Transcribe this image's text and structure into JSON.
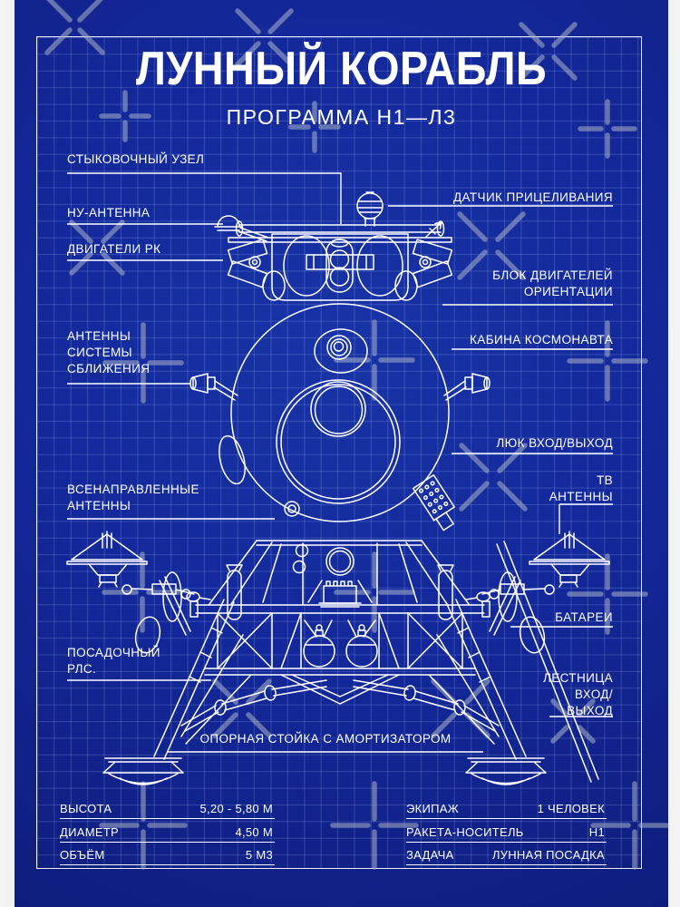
{
  "poster": {
    "title": "ЛУННЫЙ КОРАБЛЬ",
    "subtitle": "ПРОГРАММА Н1—Л3"
  },
  "callouts": {
    "docking": "СТЫКОВОЧНЫЙ УЗЕЛ",
    "nu_antenna": "НУ-АНТЕННА",
    "rk_engines": "ДВИГАТЕЛИ РК",
    "rendezvous_1": "АНТЕННЫ",
    "rendezvous_2": "СИСТЕМЫ",
    "rendezvous_3": "СБЛИЖЕНИЯ",
    "omni_1": "ВСЕНАПРАВЛЕННЫЕ",
    "omni_2": "АНТЕННЫ",
    "radar_1": "ПОСАДОЧНЫЙ",
    "radar_2": "РЛС.",
    "aiming": "ДАТЧИК ПРИЦЕЛИВАНИЯ",
    "orientation_1": "БЛОК ДВИГАТЕЛЕЙ",
    "orientation_2": "ОРИЕНТАЦИИ",
    "cabin": "КАБИНА КОСМОНАВТА",
    "hatch": "ЛЮК ВХОД/ВЫХОД",
    "tv_1": "ТВ",
    "tv_2": "АНТЕННЫ",
    "batteries": "БАТАРЕИ",
    "ladder_1": "ЛЕСТНИЦА",
    "ladder_2": "ВХОД/",
    "ladder_3": "ВЫХОД",
    "landing_gear": "ОПОРНАЯ СТОЙКА С АМОРТИЗАТОРОМ"
  },
  "specs_left": {
    "rows": [
      {
        "label": "ВЫСОТА",
        "value": "5,20 - 5,80 М"
      },
      {
        "label": "ДИАМЕТР",
        "value": "4,50 М"
      },
      {
        "label": "ОБЪЁМ",
        "value": "5 М3"
      }
    ]
  },
  "specs_right": {
    "rows": [
      {
        "label": "ЭКИПАЖ",
        "value": "1 ЧЕЛОВЕК"
      },
      {
        "label": "РАКЕТА-НОСИТЕЛЬ",
        "value": "Н1"
      },
      {
        "label": "ЗАДАЧА",
        "value": "ЛУННАЯ ПОСАДКА"
      }
    ]
  },
  "colors": {
    "blueprint_bg": "#13289a",
    "line": "#ffffff",
    "registration_mark": "#aab3c6",
    "paper": "#f3f3f3"
  }
}
